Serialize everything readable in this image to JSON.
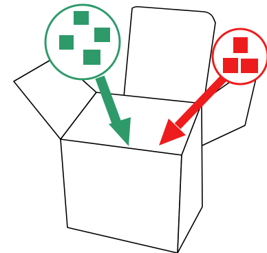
{
  "diagram": {
    "box": {
      "stroke_color": "#000000",
      "fill_color": "#ffffff"
    },
    "groups": [
      {
        "name": "green-group",
        "color": "#2e9a6a",
        "item_count": 4,
        "arrow": "into-box"
      },
      {
        "name": "red-group",
        "color": "#ee1c1c",
        "item_count": 3,
        "arrow": "into-box"
      }
    ]
  }
}
